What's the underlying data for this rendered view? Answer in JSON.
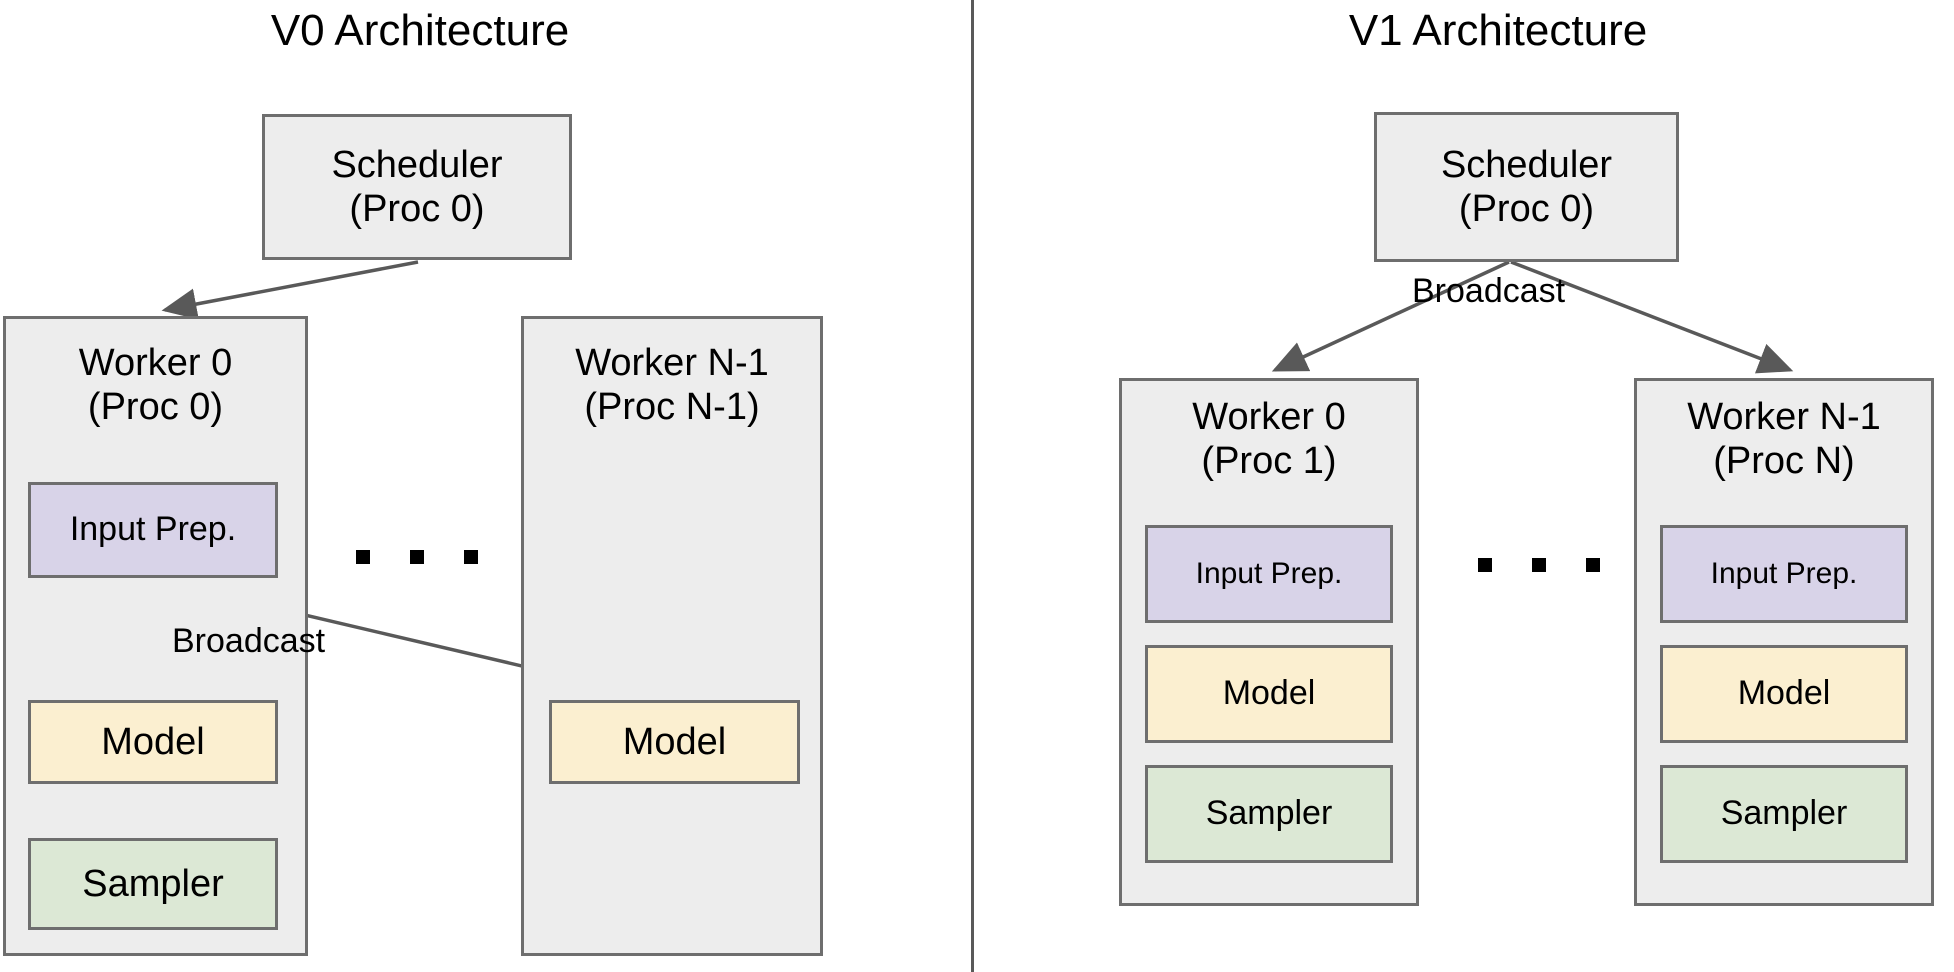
{
  "figure": {
    "divider_color": "#595959",
    "palette": {
      "container_fill": "#ededed",
      "input_prep_fill": "#d8d3e8",
      "model_fill": "#fbefd0",
      "sampler_fill": "#dce8d5",
      "border": "#6e6e6e",
      "arrow": "#595959",
      "text": "#000000"
    }
  },
  "panels": [
    {
      "id": "v0",
      "title": "V0 Architecture",
      "scheduler": {
        "label": "Scheduler\n(Proc 0)"
      },
      "workers": [
        {
          "title": "Worker 0\n(Proc 0)",
          "blocks": [
            {
              "name": "input-prep",
              "label": "Input Prep."
            },
            {
              "name": "model",
              "label": "Model"
            },
            {
              "name": "sampler",
              "label": "Sampler"
            }
          ]
        },
        {
          "title": "Worker N-1\n(Proc N-1)",
          "blocks": [
            {
              "name": "model",
              "label": "Model"
            }
          ]
        }
      ],
      "edge_labels": [
        "Broadcast"
      ],
      "ellipsis": "..."
    },
    {
      "id": "v1",
      "title": "V1 Architecture",
      "scheduler": {
        "label": "Scheduler\n(Proc 0)"
      },
      "workers": [
        {
          "title": "Worker 0\n(Proc 1)",
          "blocks": [
            {
              "name": "input-prep",
              "label": "Input Prep."
            },
            {
              "name": "model",
              "label": "Model"
            },
            {
              "name": "sampler",
              "label": "Sampler"
            }
          ]
        },
        {
          "title": "Worker N-1\n(Proc N)",
          "blocks": [
            {
              "name": "input-prep",
              "label": "Input Prep."
            },
            {
              "name": "model",
              "label": "Model"
            },
            {
              "name": "sampler",
              "label": "Sampler"
            }
          ]
        }
      ],
      "edge_labels": [
        "Broadcast"
      ],
      "ellipsis": "..."
    }
  ]
}
